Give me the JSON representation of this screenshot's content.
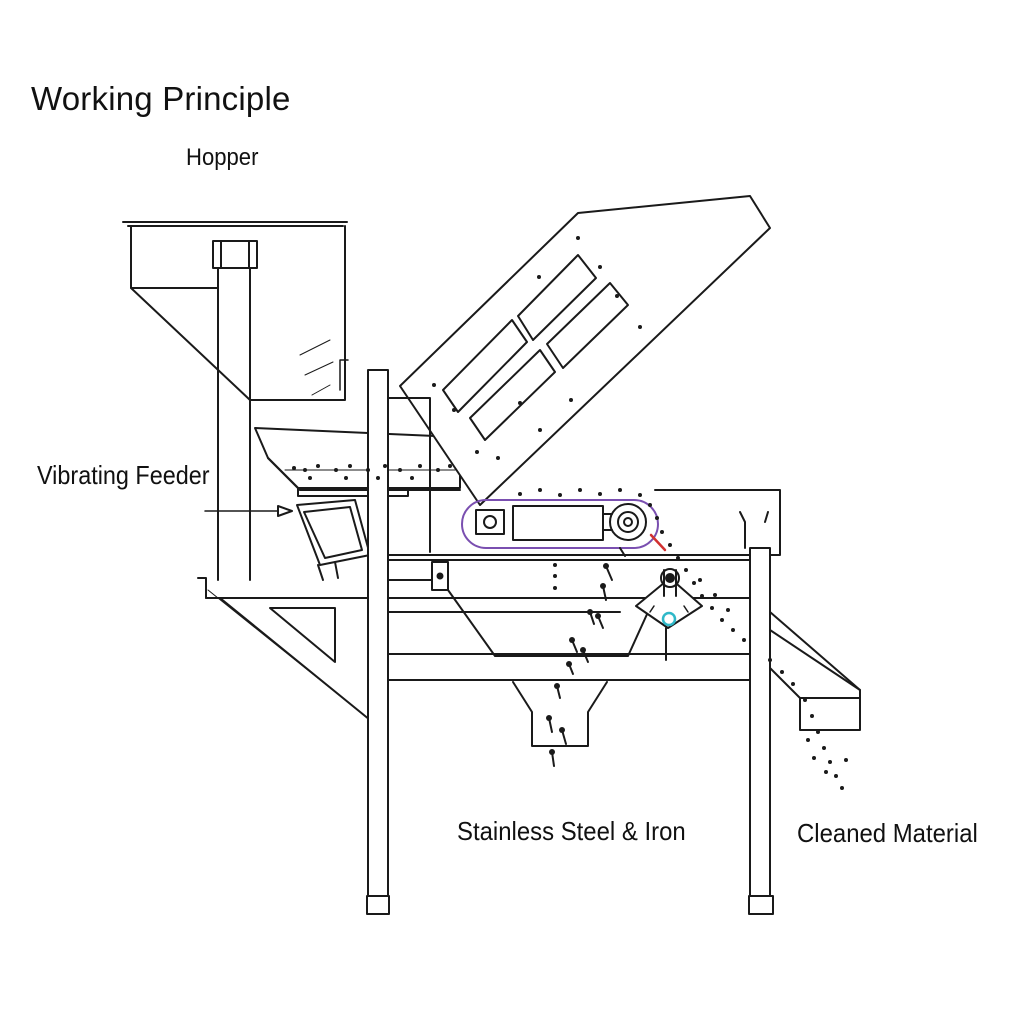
{
  "title": "Working Principle",
  "labels": {
    "hopper": "Hopper",
    "vibrating_feeder": "Vibrating Feeder",
    "stainless_steel_iron": "Stainless Steel & Iron",
    "cleaned_material": "Cleaned Material"
  },
  "colors": {
    "line": "#1a1a1a",
    "belt": "#7a4fb0",
    "separator_ring": "#2fb8c8",
    "accent_arrow": "#d23030"
  }
}
